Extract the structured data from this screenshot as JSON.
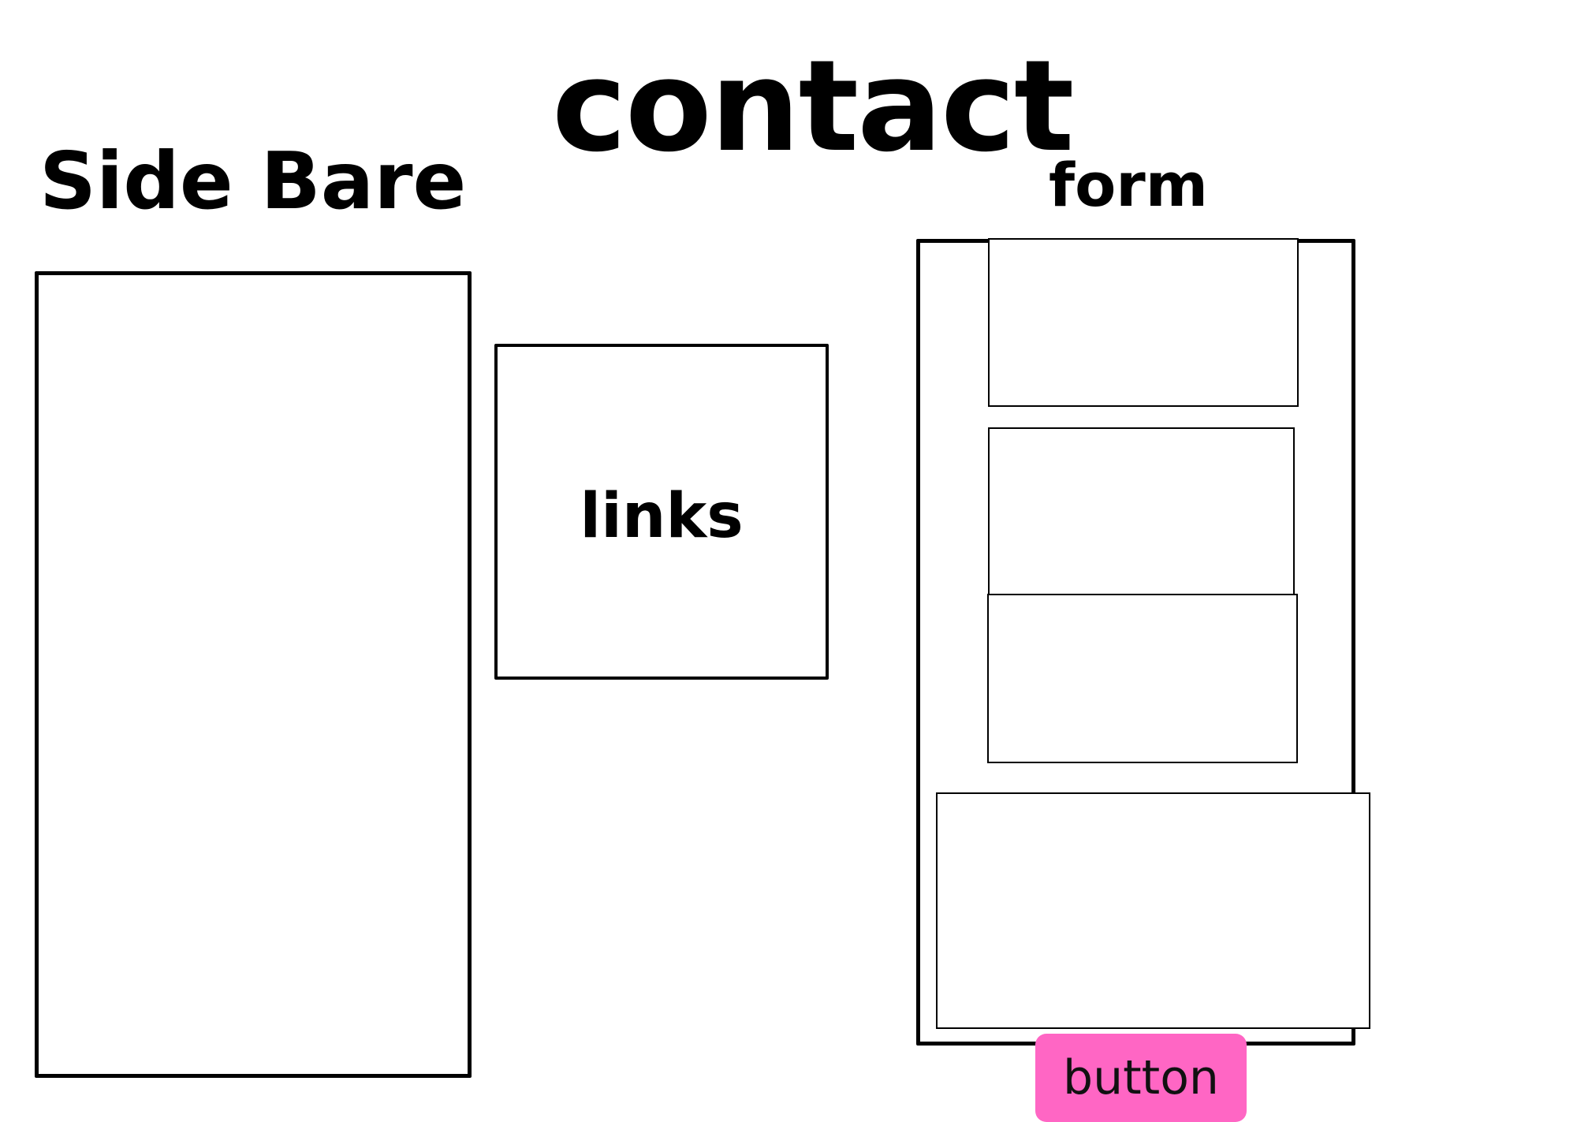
{
  "header": {
    "title": "contact"
  },
  "sidebar": {
    "title": "Side Bare"
  },
  "links": {
    "label": "links"
  },
  "form": {
    "title": "form",
    "button_label": "button",
    "button_color": "#ff66c4"
  }
}
